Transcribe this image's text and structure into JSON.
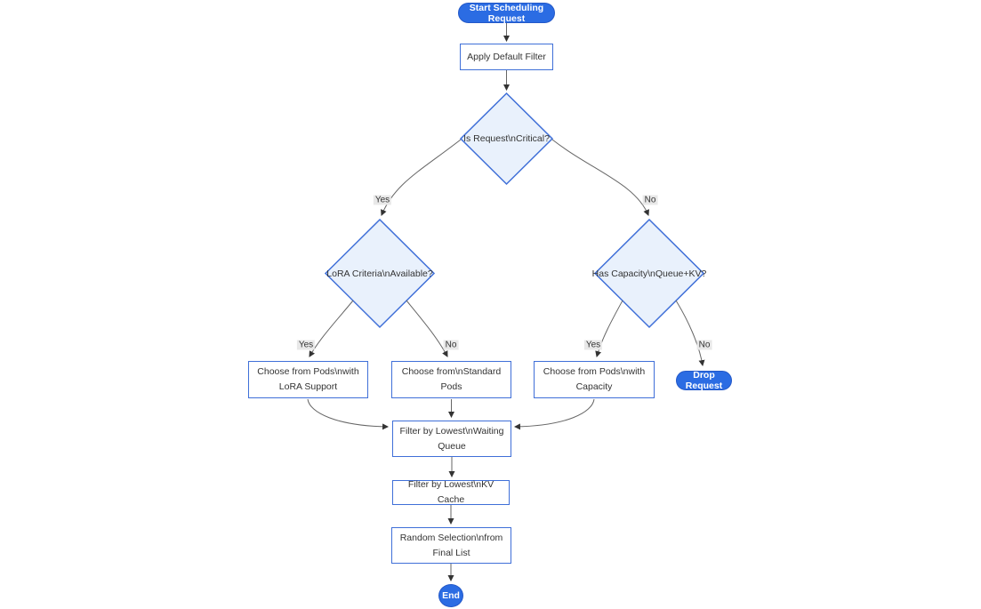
{
  "diagram": {
    "type": "flowchart",
    "colors": {
      "pill_fill": "#2b6ce3",
      "pill_border": "#2358c8",
      "node_border": "#3f6fd8",
      "node_fill": "#ffffff",
      "decision_fill": "#e9f1fc",
      "edge_line": "#666666",
      "arrowhead": "#333333",
      "text": "#333333",
      "edge_label_bg": "#e8e8e8",
      "background": "#ffffff"
    },
    "nodes": {
      "start": "Start Scheduling Request",
      "apply_filter": "Apply Default Filter",
      "is_critical": "Is Request\\nCritical?",
      "lora_criteria": "LoRA Criteria\\nAvailable?",
      "has_capacity": "Has Capacity\\nQueue+KV?",
      "choose_lora": "Choose from Pods\\nwith LoRA Support",
      "choose_standard": "Choose from\\nStandard Pods",
      "choose_capacity": "Choose from Pods\\nwith Capacity",
      "drop_request": "Drop Request",
      "filter_waiting": "Filter by Lowest\\nWaiting Queue",
      "filter_kv": "Filter by Lowest\\nKV Cache",
      "random_selection": "Random Selection\\nfrom Final List",
      "end": "End"
    },
    "edge_labels": {
      "critical_yes": "Yes",
      "critical_no": "No",
      "lora_yes": "Yes",
      "lora_no": "No",
      "capacity_yes": "Yes",
      "capacity_no": "No"
    }
  }
}
